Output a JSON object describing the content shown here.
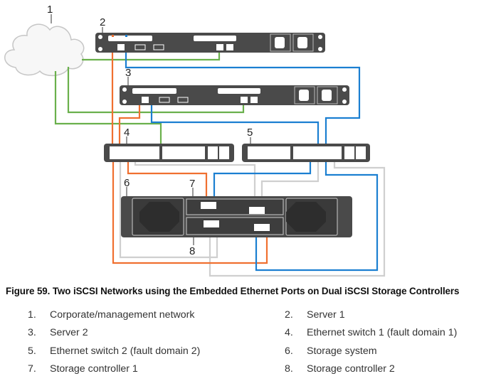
{
  "figure": {
    "caption": "Figure 59. Two iSCSI Networks using the Embedded Ethernet Ports on Dual iSCSI Storage Controllers",
    "callouts": [
      "1",
      "2",
      "3",
      "4",
      "5",
      "6",
      "7",
      "8"
    ],
    "colors": {
      "management": "#6ab04c",
      "fault_domain_1": "#f07030",
      "fault_domain_2": "#1b7fd1",
      "secondary": "#c8c8c8",
      "chassis": "#4a4a4a"
    }
  },
  "legend": [
    {
      "number": "1.",
      "label": "Corporate/management network"
    },
    {
      "number": "2.",
      "label": "Server 1"
    },
    {
      "number": "3.",
      "label": "Server 2"
    },
    {
      "number": "4.",
      "label": "Ethernet switch 1 (fault domain 1)"
    },
    {
      "number": "5.",
      "label": "Ethernet switch 2 (fault domain 2)"
    },
    {
      "number": "6.",
      "label": "Storage system"
    },
    {
      "number": "7.",
      "label": "Storage controller 1"
    },
    {
      "number": "8.",
      "label": "Storage controller 2"
    }
  ]
}
